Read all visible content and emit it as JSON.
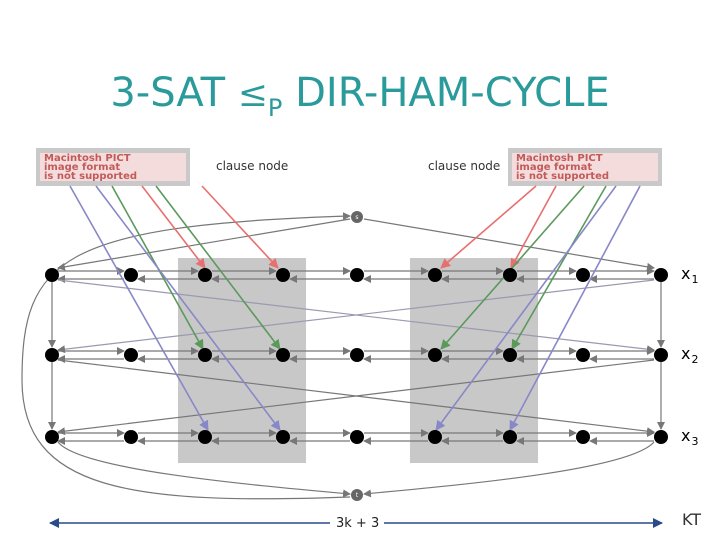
{
  "title": {
    "main": "3-SAT ",
    "leq": "≤",
    "sub": "P",
    "rest": " DIR-HAM-CYCLE"
  },
  "clause_labels": [
    "clause node",
    "clause node"
  ],
  "placeholder_image_text": "Macintosh PICT\nimage format\nis not supported",
  "node_s": "s",
  "node_t": "t",
  "variables": [
    {
      "name": "x",
      "index": "1"
    },
    {
      "name": "x",
      "index": "2"
    },
    {
      "name": "x",
      "index": "3"
    }
  ],
  "bottom_label": "3k + 3",
  "corner_label": "KT",
  "colors": {
    "title": "#2a9a9a",
    "red_arrow": "#e86f6f",
    "green_arrow": "#5b9a5b",
    "blue_arrow": "#8888c8",
    "gray_edge": "#777777",
    "shaded_box": "#c8c8c8",
    "bottom_arrow": "#2a4a8a"
  }
}
